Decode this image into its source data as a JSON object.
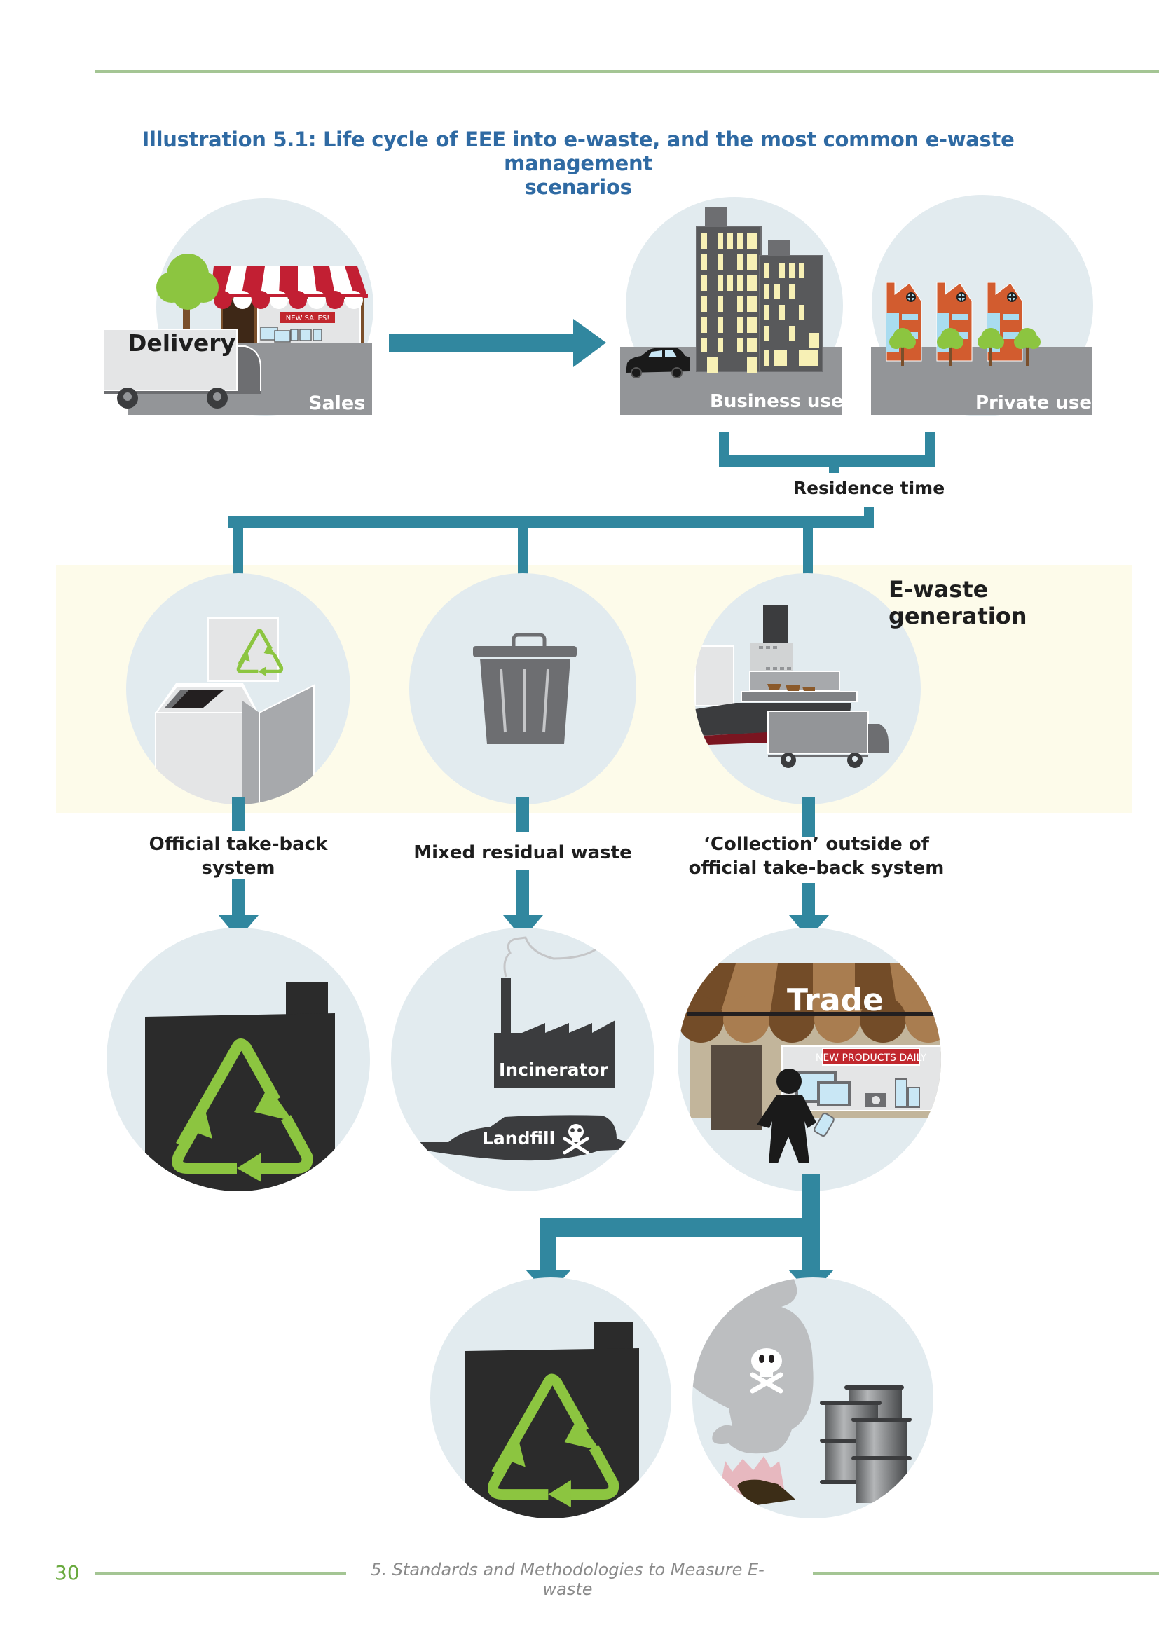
{
  "figure": {
    "title_line1": "Illustration 5.1: Life cycle of EEE into e-waste, and the most common e-waste management",
    "title_line2": "scenarios"
  },
  "stage1": {
    "delivery_label": "Delivery",
    "sales_label": "Sales",
    "shop_sign": "NEW SALES!",
    "business_label": "Business use",
    "private_label": "Private use",
    "residence_label": "Residence time"
  },
  "generation": {
    "band_label": "E-waste generation",
    "paths": [
      {
        "label_line1": "Official take-back",
        "label_line2": "system"
      },
      {
        "label_line1": "Mixed residual waste",
        "label_line2": ""
      },
      {
        "label_line1": "‘Collection’ outside of",
        "label_line2": "official take-back system"
      }
    ]
  },
  "outcomes": {
    "incinerator_label": "Incinerator",
    "landfill_label": "Landfill",
    "trade_label": "Trade",
    "trade_sign": "NEW PRODUCTS DAILY"
  },
  "colors": {
    "arrow": "#31879f",
    "circle": "#e2ebef",
    "band": "#fdfbea",
    "rule": "#a4c594",
    "title": "#2f6aa3",
    "recycle_green": "#8cc540"
  },
  "footer": {
    "page_number": "30",
    "chapter": "5. Standards and Methodologies to Measure E-waste"
  }
}
